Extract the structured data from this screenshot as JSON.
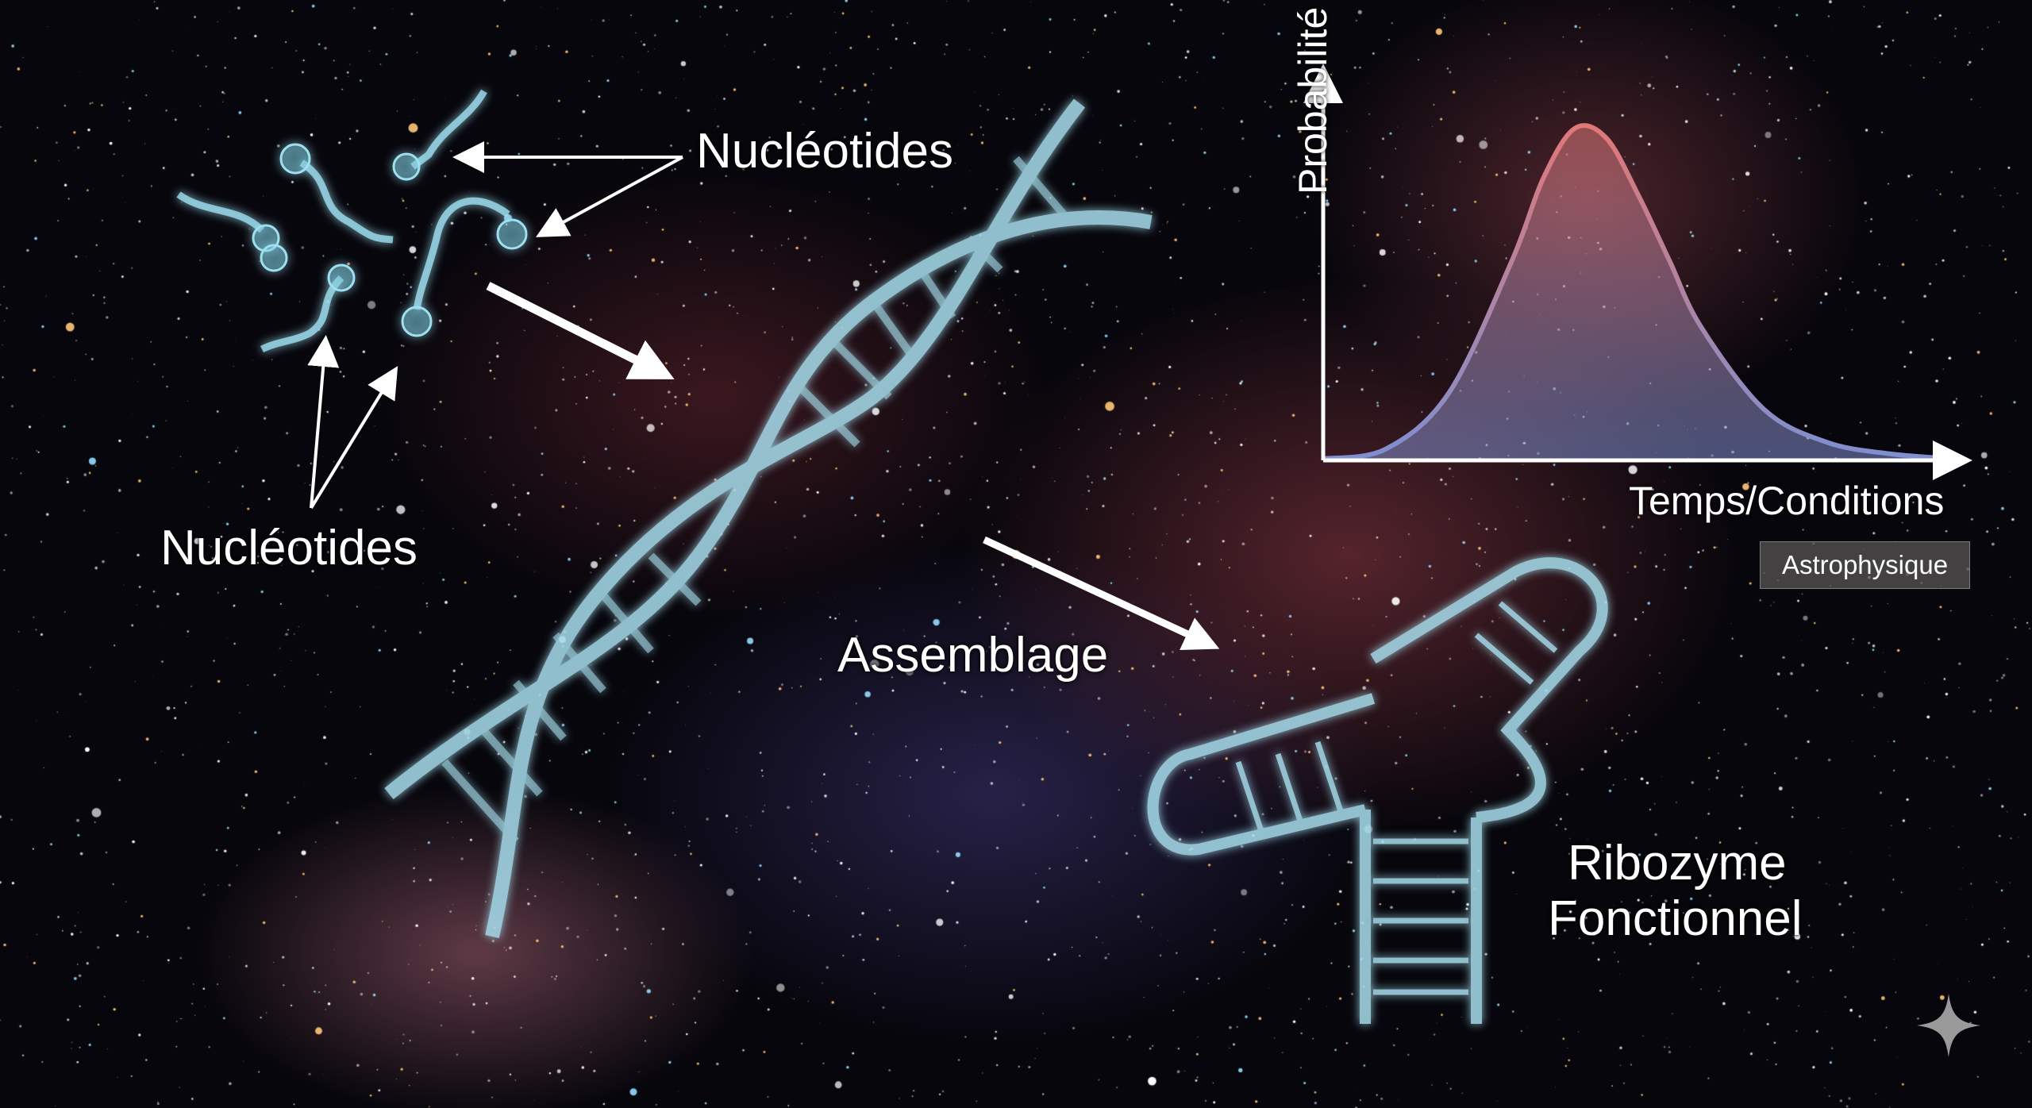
{
  "labels": {
    "nucleotides_top": "Nucléotides",
    "nucleotides_bottom": "Nucléotides",
    "assembly": "Assemblage",
    "ribozyme_line1": "Ribozyme",
    "ribozyme_line2": "Fonctionnel"
  },
  "chart_data": {
    "type": "area",
    "title": "",
    "xlabel": "Temps/Conditions",
    "ylabel": "Probabilité",
    "shape": "bell curve (unimodal peak, right-skewed tail)",
    "x": [
      0,
      0.1,
      0.2,
      0.3,
      0.35,
      0.4,
      0.45,
      0.5,
      0.55,
      0.6,
      0.7,
      0.8,
      0.9,
      1.0
    ],
    "values": [
      0.0,
      0.03,
      0.2,
      0.6,
      0.85,
      1.0,
      0.97,
      0.8,
      0.6,
      0.4,
      0.15,
      0.05,
      0.015,
      0.0
    ],
    "ylim": [
      0,
      1.1
    ],
    "grid": false,
    "legend": "none",
    "colors": {
      "top": "#e07878",
      "bottom": "#7f8fd0"
    }
  },
  "badge": {
    "text": "Astrophysique"
  },
  "icons": [
    "sparkle-icon"
  ]
}
